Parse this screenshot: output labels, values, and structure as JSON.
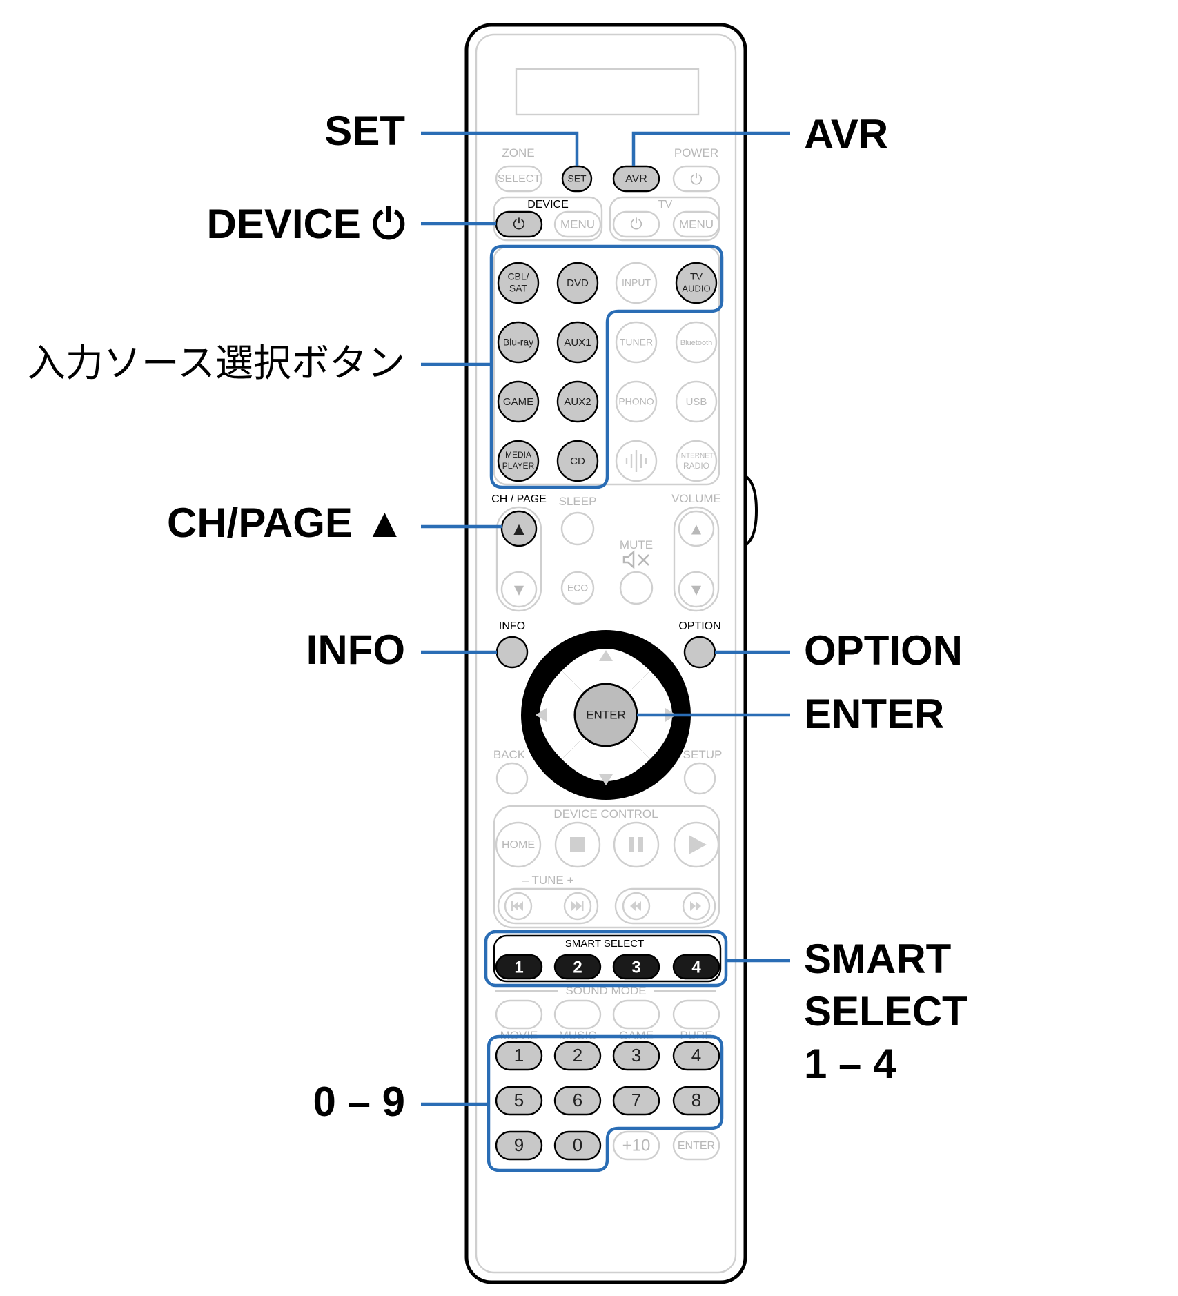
{
  "callouts": {
    "set": "SET",
    "device_power": "DEVICE ⏻",
    "input_source": "入力ソース選択ボタン",
    "ch_page_up": "CH/PAGE ▲",
    "info": "INFO",
    "zero_nine": "0 – 9",
    "avr": "AVR",
    "option": "OPTION",
    "enter": "ENTER",
    "smart_select_line1": "SMART",
    "smart_select_line2": "SELECT",
    "smart_select_line3": "1 – 4"
  },
  "remote": {
    "zone_label": "ZONE",
    "power_label": "POWER",
    "device_label": "DEVICE",
    "tv_label": "TV",
    "ch_page_label": "CH / PAGE",
    "sleep_label": "SLEEP",
    "volume_label": "VOLUME",
    "mute_label": "MUTE",
    "info_label": "INFO",
    "option_label": "OPTION",
    "back_label": "BACK",
    "setup_label": "SETUP",
    "device_control_label": "DEVICE CONTROL",
    "tune_label": "–  TUNE  +",
    "smart_select_label": "SMART SELECT",
    "sound_mode_label": "SOUND MODE",
    "buttons": {
      "select": "SELECT",
      "set": "SET",
      "avr": "AVR",
      "power": "⏻",
      "device_power": "⏻",
      "device_menu": "MENU",
      "tv_power": "⏻",
      "tv_menu": "MENU",
      "cbl_sat_1": "CBL/",
      "cbl_sat_2": "SAT",
      "dvd": "DVD",
      "input": "INPUT",
      "tv_audio_1": "TV",
      "tv_audio_2": "AUDIO",
      "blu_ray": "Blu-ray",
      "aux1": "AUX1",
      "tuner": "TUNER",
      "bluetooth": "Bluetooth",
      "game": "GAME",
      "aux2": "AUX2",
      "phono": "PHONO",
      "usb": "USB",
      "media_player_1": "MEDIA",
      "media_player_2": "PLAYER",
      "cd": "CD",
      "internet_radio_1": "INTERNET",
      "internet_radio_2": "RADIO",
      "ch_up": "▲",
      "ch_down": "▼",
      "vol_up": "▲",
      "vol_down": "▼",
      "eco": "ECO",
      "enter": "ENTER",
      "home": "HOME",
      "smart": [
        "1",
        "2",
        "3",
        "4"
      ],
      "sound_modes": [
        "MOVIE",
        "MUSIC",
        "GAME",
        "PURE"
      ],
      "digits": [
        "1",
        "2",
        "3",
        "4",
        "5",
        "6",
        "7",
        "8",
        "9",
        "0"
      ],
      "plus10": "+10",
      "num_enter": "ENTER"
    }
  },
  "colors": {
    "accent_blue": "#2a6db5",
    "highlight_button": "#c8c8c8",
    "dim_outline": "#cfcfcf"
  }
}
